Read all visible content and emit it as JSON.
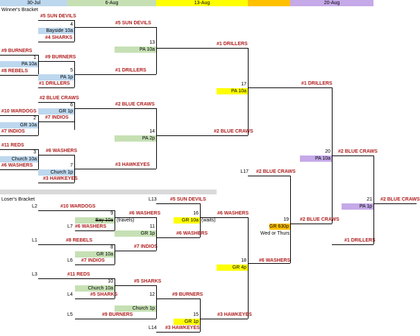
{
  "dates": [
    "30-Jul",
    "6-Aug",
    "13-Aug",
    "",
    "20-Aug"
  ],
  "colors": {
    "blue": "#bdd7ee",
    "green": "#c6e0b4",
    "yellow": "#ffff00",
    "orange": "#ffc000",
    "purple": "#c5a9e8",
    "team": "#b01e1e"
  },
  "winners_title": "Winner's Bracket",
  "losers_title": "Loser's Bracket",
  "w": {
    "sun_devils_a": "#5 SUN DEVILS",
    "g4_num": "4",
    "g4_venue": "Bayside 10a",
    "sharks_a": "#4 SHARKS",
    "burners_a": "#9 BURNERS",
    "g1_num": "1",
    "burners_b": "#9 BURNERS",
    "g1_venue": "PA 10a",
    "rebels_a": "#8 REBELS",
    "g5_num": "5",
    "g5_venue": "PA 1p",
    "drillers_a": "#1 DRILLERS",
    "sun_devils_b": "#5 SUN DEVILS",
    "g13_num": "13",
    "g13_venue": "PA 10a",
    "drillers_b": "#1 DRILLERS",
    "drillers_c": "#1 DRILLERS",
    "g17_num": "17",
    "g17_venue": "PA 10a",
    "drillers_d": "#1 DRILLERS",
    "blue_craws_a": "#2 BLUE CRAWS",
    "g6_num": "6",
    "g6_venue": "GR 1p",
    "wardogs_a": "#10 WARDOGS",
    "g2_num": "2",
    "indios_a": "#7 INDIOS",
    "g2_venue": "GR 10a",
    "indios_b": "#7 INDIOS",
    "blue_craws_b": "#2 BLUE CRAWS",
    "g14_num": "14",
    "g14_venue": "PA 2p",
    "blue_craws_c": "#2 BLUE CRAWS",
    "reds_a": "#11 REDS",
    "g3_num": "3",
    "washers_a": "#6 WASHERS",
    "g3_venue": "Church 10a",
    "washers_b": "#6 WASHERS",
    "g7_num": "7",
    "g7_venue": "Church 1p",
    "hawkeyes_a": "#3 HAWKEYES",
    "hawkeyes_b": "#3 HAWKEYES",
    "g20_num": "20",
    "g20_venue": "PA 10a",
    "blue_craws_d": "#2 BLUE CRAWS",
    "l17": "L17",
    "blue_craws_e": "#2 BLUE CRAWS",
    "g21_num": "21",
    "g21_venue": "PA 1p",
    "blue_craws_f": "#2 BLUE CRAWS",
    "g19_num": "19",
    "g19_venue": "GR 630p",
    "g19_note": "Wed or Thurs",
    "blue_craws_g": "#2 BLUE CRAWS",
    "drillers_e": "#1 DRILLERS"
  },
  "l": {
    "l2": "L2",
    "wardogs": "#10 WARDOGS",
    "g9_num": "9",
    "g9_venue": "Bay 10a",
    "g9_note": "(travels)",
    "l7": "L7",
    "washers_a": "#6 WASHERS",
    "washers_b": "#6 WASHERS",
    "g11_num": "11",
    "g11_venue": "GR 1p",
    "washers_c": "#6 WASHERS",
    "l13": "L13",
    "sun_devils": "#5 SUN DEVILS",
    "g16_num": "16",
    "g16_venue": "GR 10a",
    "g16_note": "(waits)",
    "washers_d": "#6 WASHERS",
    "l1": "L1",
    "rebels": "#8 REBELS",
    "g8_num": "8",
    "g8_venue": "GR 10a",
    "l6": "L6",
    "indios_a": "#7 INDIOS",
    "indios_b": "#7 INDIOS",
    "g18_num": "18",
    "g18_venue": "GR 4p",
    "washers_e": "#6 WASHERS",
    "l3": "L3",
    "reds": "#11 REDS",
    "g10_num": "10",
    "g10_venue": "Church 10a",
    "sharks_a": "#5 SHARKS",
    "l4": "L4",
    "sharks_b": "#5 SHARKS",
    "g12_num": "12",
    "g12_venue": "Church 1p",
    "burners_a": "#9 BURNERS",
    "l5": "L5",
    "burners_b": "#9 BURNERS",
    "g15_num": "15",
    "g15_venue": "GR 1p",
    "l14": "L14",
    "hawkeyes_a": "#3 HAWKEYES",
    "hawkeyes_b": "#3 HAWKEYES"
  }
}
